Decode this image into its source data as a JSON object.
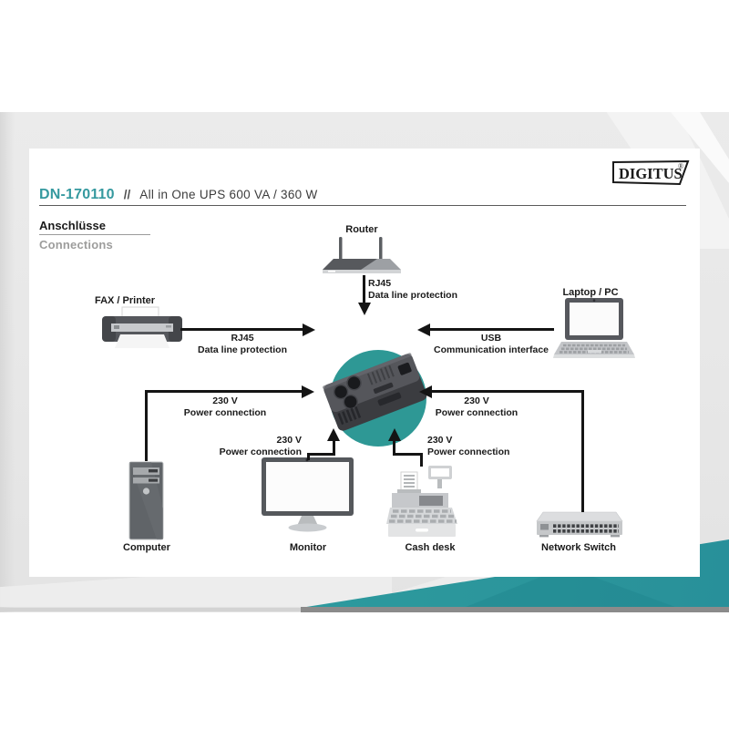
{
  "brand": {
    "logo_text": "DIGITUS",
    "reg_mark": "®"
  },
  "header": {
    "product_code": "DN-170110",
    "separator": "//",
    "product_title": "All in One UPS 600 VA / 360 W"
  },
  "section": {
    "title_de": "Anschlüsse",
    "title_en": "Connections"
  },
  "diagram": {
    "devices": {
      "router": "Router",
      "fax_printer": "FAX / Printer",
      "laptop": "Laptop / PC",
      "computer": "Computer",
      "monitor": "Monitor",
      "cash_desk": "Cash desk",
      "network_switch": "Network Switch"
    },
    "connections": {
      "router": {
        "line1": "RJ45",
        "line2": "Data line protection"
      },
      "fax_printer": {
        "line1": "RJ45",
        "line2": "Data line protection"
      },
      "laptop": {
        "line1": "USB",
        "line2": "Communication interface"
      },
      "computer": {
        "line1": "230 V",
        "line2": "Power connection"
      },
      "monitor": {
        "line1": "230 V",
        "line2": "Power connection"
      },
      "cash_desk": {
        "line1": "230 V",
        "line2": "Power connection"
      },
      "network_switch": {
        "line1": "230 V",
        "line2": "Power connection"
      }
    },
    "colors": {
      "accent_teal": "#2E9895",
      "header_teal": "#35999F",
      "arrow_black": "#141414",
      "muted_gray": "#9D9D9C"
    }
  }
}
